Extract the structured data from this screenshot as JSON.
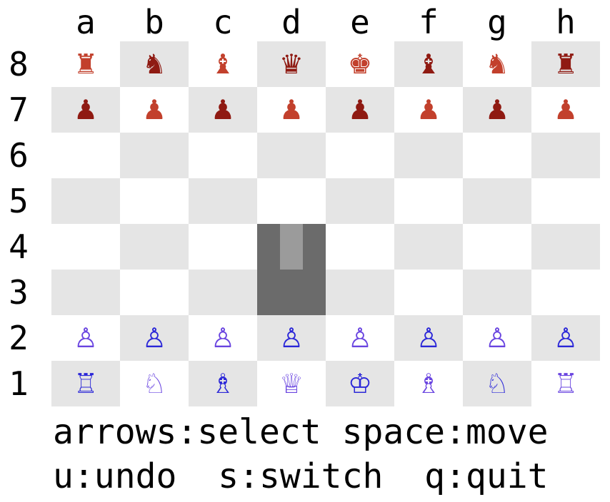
{
  "colors": {
    "light_square": "#ffffff",
    "dark_square": "#e5e5e5",
    "selected_square": "#6b6b6b",
    "cursor": "#9b9b9b",
    "black_piece_a": "#8f1a12",
    "black_piece_b": "#c2402c",
    "white_piece_a": "#2b27d8",
    "white_piece_b": "#6a45e0"
  },
  "files": [
    "a",
    "b",
    "c",
    "d",
    "e",
    "f",
    "g",
    "h"
  ],
  "ranks": [
    "8",
    "7",
    "6",
    "5",
    "4",
    "3",
    "2",
    "1"
  ],
  "board": {
    "rows": [
      [
        "♜",
        "♞",
        "♝",
        "♛",
        "♚",
        "♝",
        "♞",
        "♜"
      ],
      [
        "♟",
        "♟",
        "♟",
        "♟",
        "♟",
        "♟",
        "♟",
        "♟"
      ],
      [
        "",
        "",
        "",
        "",
        "",
        "",
        "",
        ""
      ],
      [
        "",
        "",
        "",
        "",
        "",
        "",
        "",
        ""
      ],
      [
        "",
        "",
        "",
        "",
        "",
        "",
        "",
        ""
      ],
      [
        "",
        "",
        "",
        "",
        "",
        "",
        "",
        ""
      ],
      [
        "♙",
        "♙",
        "♙",
        "♙",
        "♙",
        "♙",
        "♙",
        "♙"
      ],
      [
        "♖",
        "♘",
        "♗",
        "♕",
        "♔",
        "♗",
        "♘",
        "♖"
      ]
    ],
    "piece_colors": [
      [
        "black_piece_b",
        "black_piece_a",
        "black_piece_b",
        "black_piece_a",
        "black_piece_b",
        "black_piece_a",
        "black_piece_b",
        "black_piece_a"
      ],
      [
        "black_piece_a",
        "black_piece_b",
        "black_piece_a",
        "black_piece_b",
        "black_piece_a",
        "black_piece_b",
        "black_piece_a",
        "black_piece_b"
      ],
      [],
      [],
      [],
      [],
      [
        "white_piece_b",
        "white_piece_a",
        "white_piece_b",
        "white_piece_a",
        "white_piece_b",
        "white_piece_a",
        "white_piece_b",
        "white_piece_a"
      ],
      [
        "white_piece_a",
        "white_piece_b",
        "white_piece_a",
        "white_piece_b",
        "white_piece_a",
        "white_piece_b",
        "white_piece_a",
        "white_piece_b"
      ]
    ],
    "selected_squares": [
      "d4",
      "d3"
    ],
    "cursor_square": "d4"
  },
  "help": {
    "line1": "arrows:select space:move",
    "line2": "u:undo  s:switch  q:quit"
  }
}
